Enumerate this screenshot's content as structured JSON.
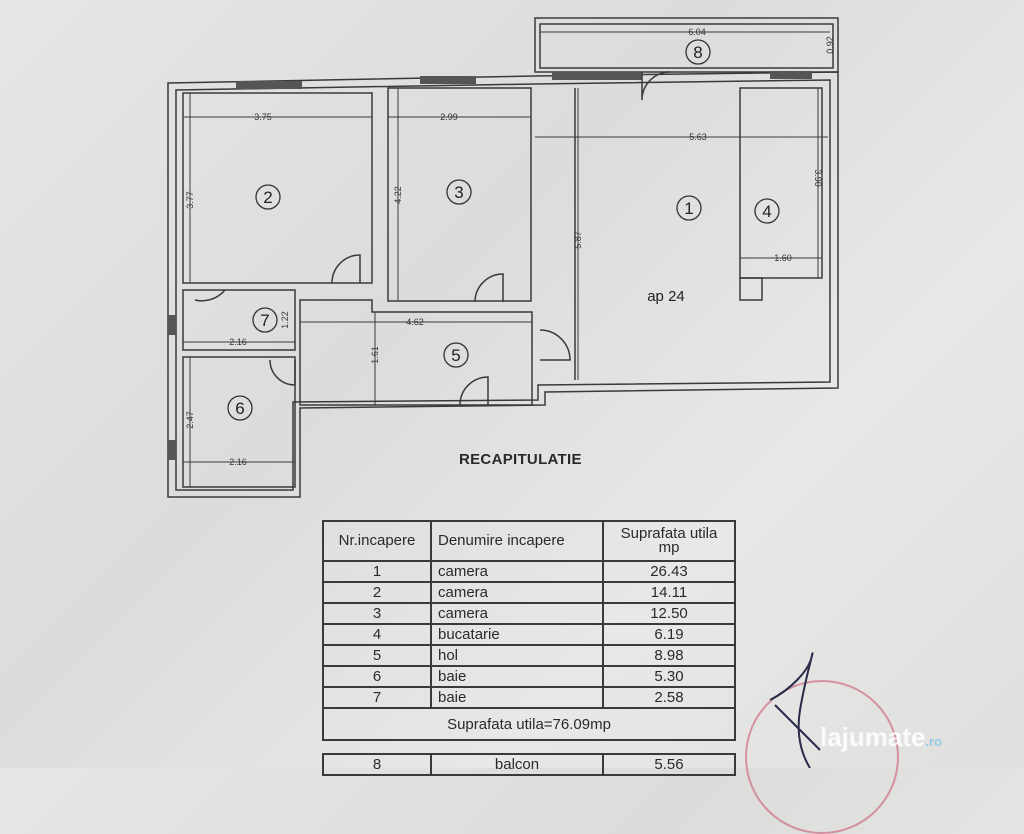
{
  "plan": {
    "apartment_label": "ap 24",
    "rooms": [
      "1",
      "2",
      "3",
      "4",
      "5",
      "6",
      "7",
      "8"
    ],
    "dimensions": {
      "balcony_length": "6.04",
      "balcony_depth": "0.92",
      "room2_width": "3.75",
      "room2_height": "3.77",
      "room3_width": "2.99",
      "room3_height": "4.22",
      "room1_width": "5.63",
      "room1_height": "5.87",
      "room4_height": "3.90",
      "room4_width": "1.60",
      "room7_width": "2.16",
      "room7_height": "1.22",
      "room5_width": "4.62",
      "room5_height": "1.61",
      "room6_width": "2.16",
      "room6_height": "2.47"
    }
  },
  "recap": {
    "title": "RECAPITULATIE",
    "headers": [
      "Nr.incapere",
      "Denumire incapere",
      "Suprafata utila mp"
    ],
    "rows": [
      [
        "1",
        "camera",
        "26.43"
      ],
      [
        "2",
        "camera",
        "14.11"
      ],
      [
        "3",
        "camera",
        "12.50"
      ],
      [
        "4",
        "bucatarie",
        "6.19"
      ],
      [
        "5",
        "hol",
        "8.98"
      ],
      [
        "6",
        "baie",
        "5.30"
      ],
      [
        "7",
        "baie",
        "2.58"
      ]
    ],
    "total": "Suprafata utila=76.09mp",
    "extra_row": [
      "8",
      "balcon",
      "5.56"
    ]
  },
  "watermark": {
    "brand": "lajumate",
    "tld": ".ro"
  }
}
